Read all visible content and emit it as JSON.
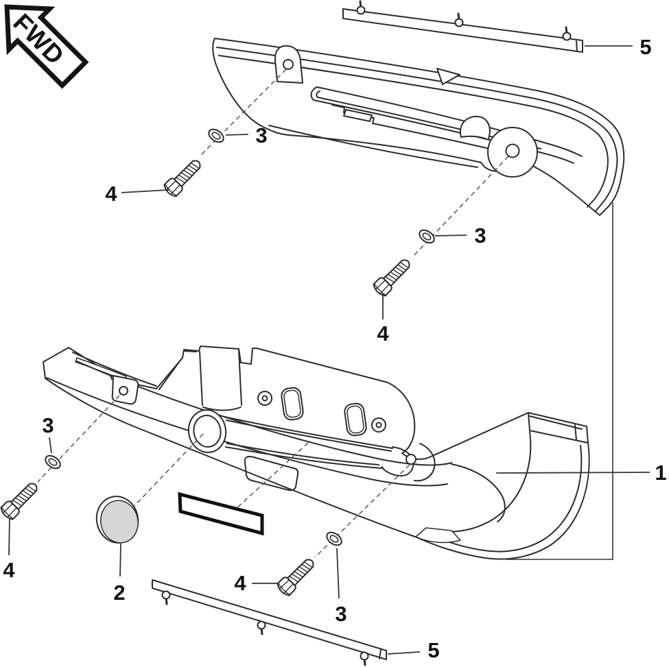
{
  "badge": {
    "text": "FWD"
  },
  "colors": {
    "line": "#2b2b2b",
    "plug_fill": "#d6d6d6",
    "label_text": "#111111",
    "background": "#ffffff"
  },
  "callouts": [
    {
      "id": "item-1",
      "label": "1"
    },
    {
      "id": "item-2",
      "label": "2"
    },
    {
      "id": "item-3",
      "label": "3"
    },
    {
      "id": "item-4",
      "label": "4"
    },
    {
      "id": "item-5",
      "label": "5"
    }
  ],
  "callout_instances": [
    {
      "part": "5",
      "location": "top-right"
    },
    {
      "part": "3",
      "location": "upper-left"
    },
    {
      "part": "4",
      "location": "upper-left"
    },
    {
      "part": "3",
      "location": "upper-middle"
    },
    {
      "part": "4",
      "location": "upper-middle"
    },
    {
      "part": "3",
      "location": "mid-left"
    },
    {
      "part": "4",
      "location": "bottom-left"
    },
    {
      "part": "2",
      "location": "bottom-left"
    },
    {
      "part": "4",
      "location": "bottom-middle"
    },
    {
      "part": "3",
      "location": "bottom-middle"
    },
    {
      "part": "5",
      "location": "bottom-right"
    },
    {
      "part": "1",
      "location": "right"
    }
  ]
}
